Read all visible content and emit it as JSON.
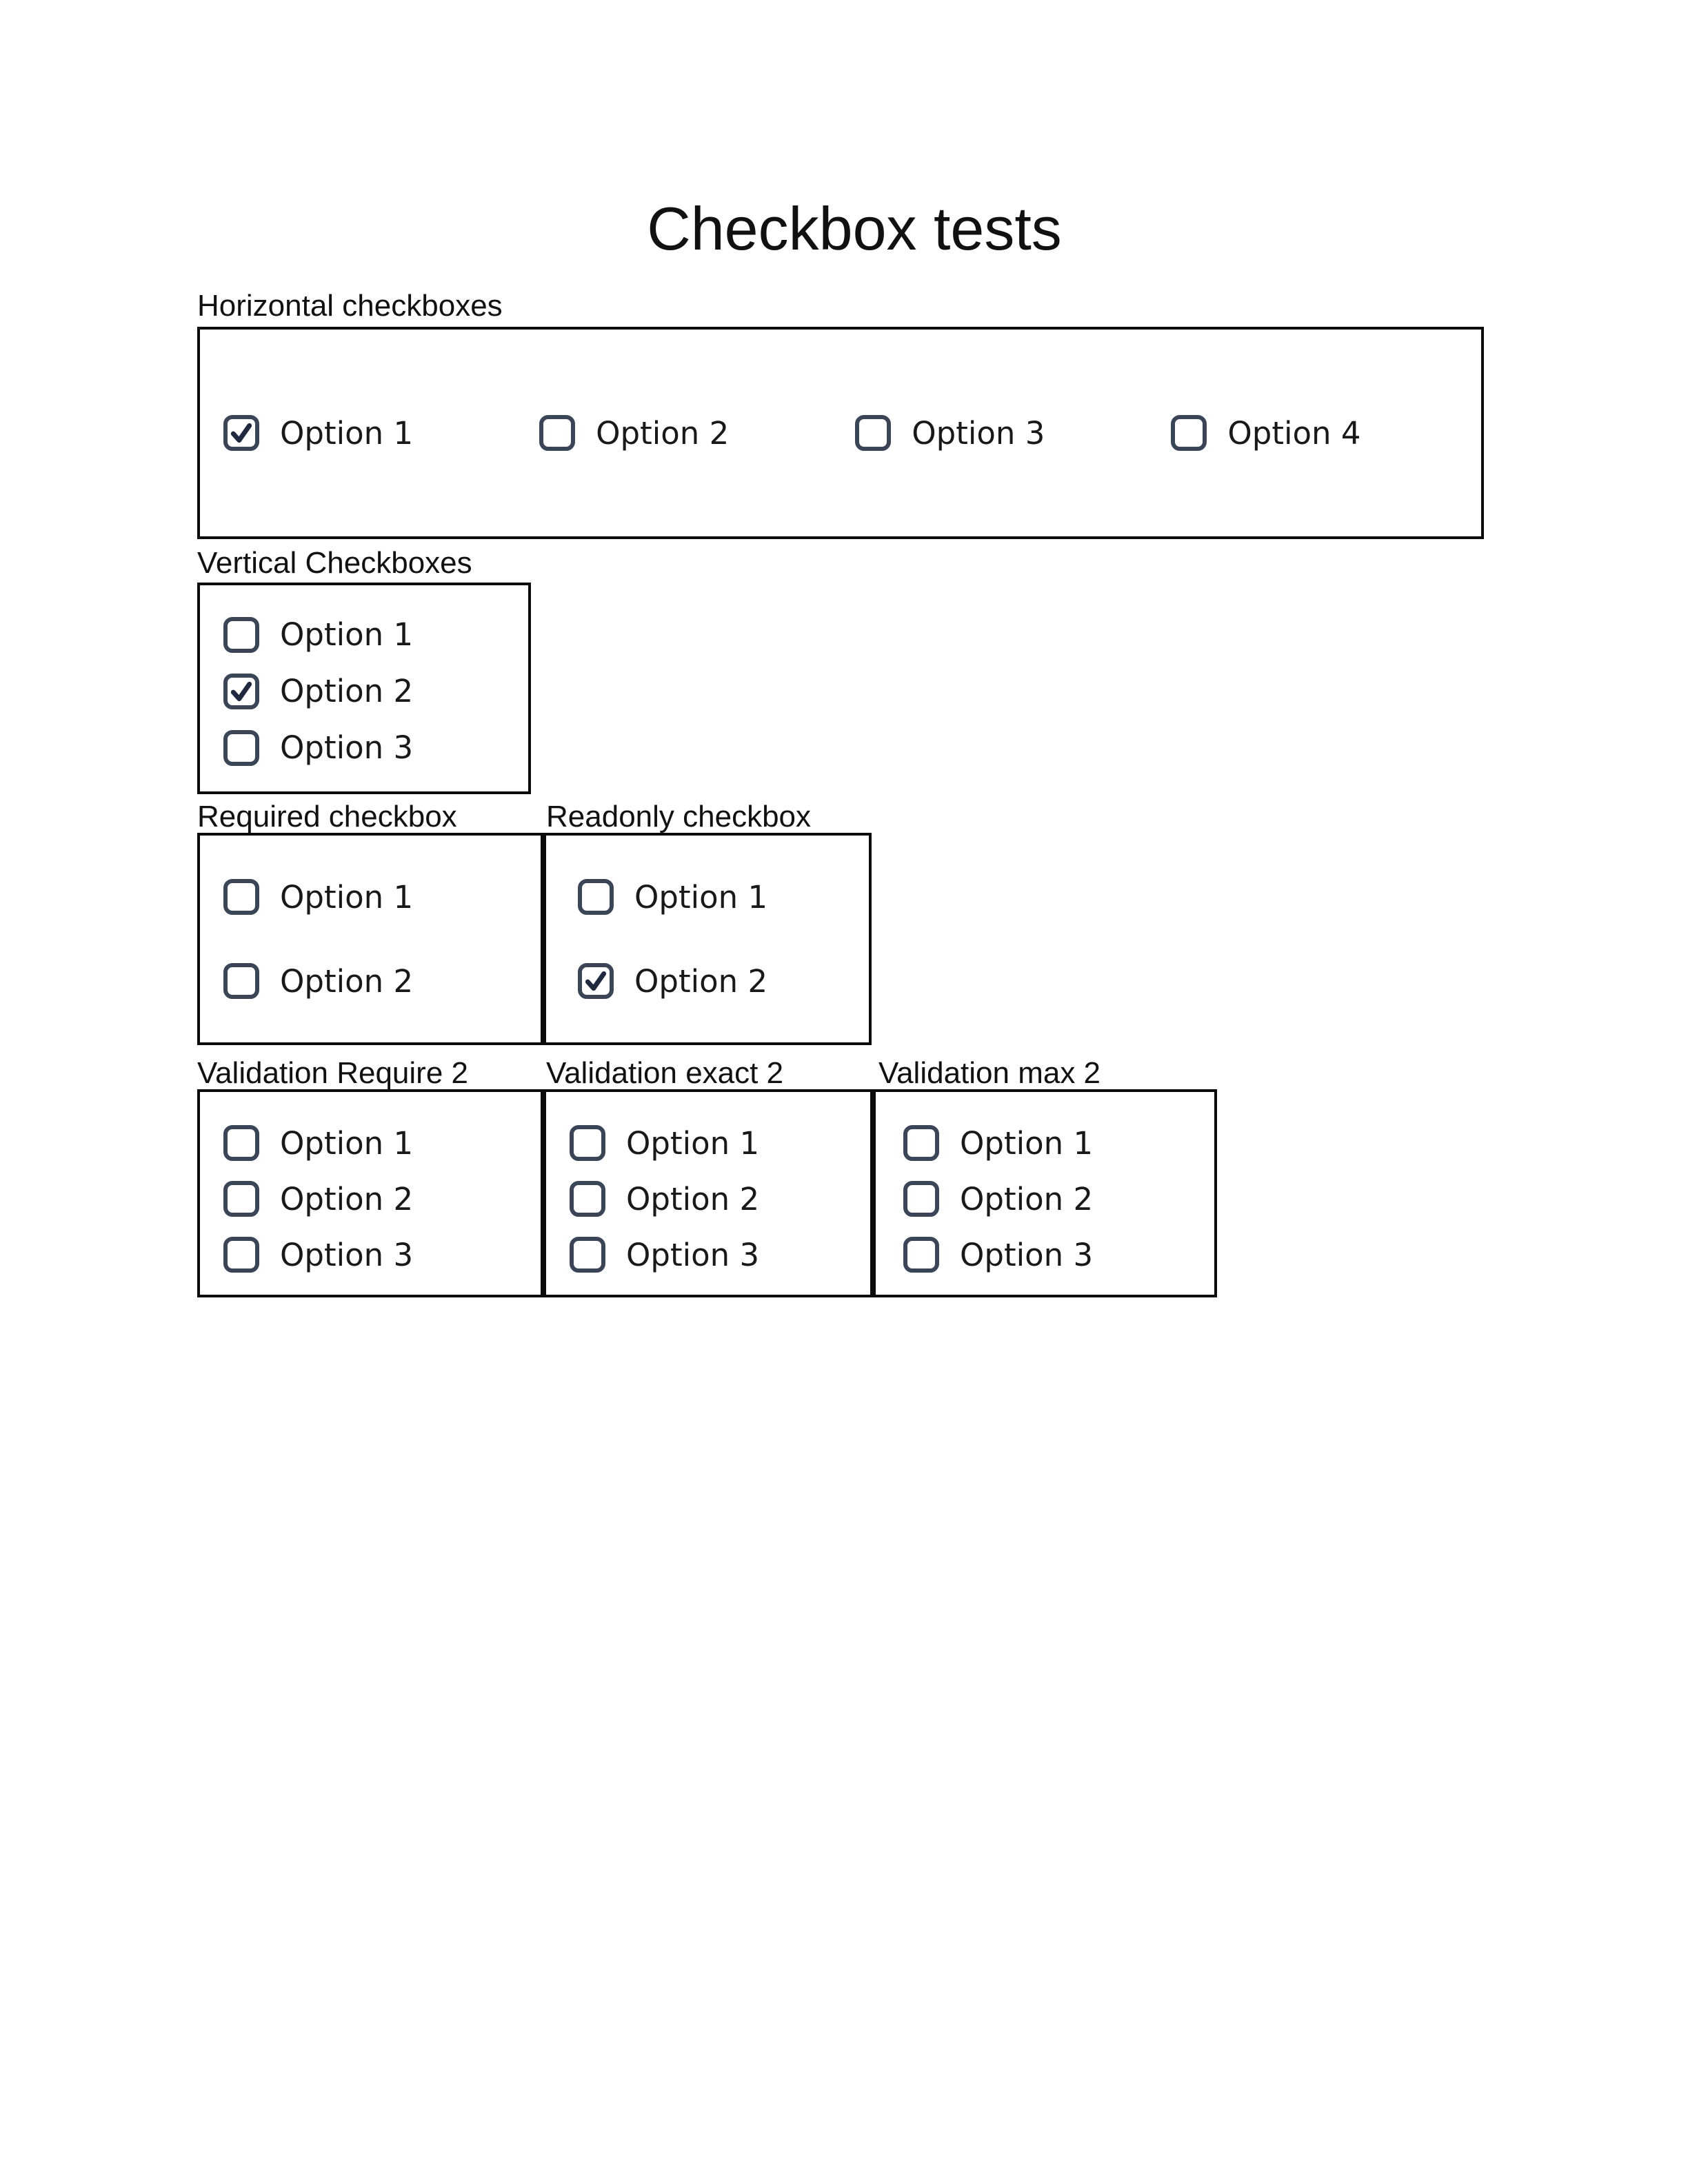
{
  "page": {
    "title": "Checkbox tests"
  },
  "colors": {
    "background": "#FFFFFF",
    "box_border": "#0B0B0B",
    "checkbox_border": "#3A4557",
    "check_mark": "#1F2940",
    "text": "#111111",
    "option_text": "#191919"
  },
  "icons": {
    "check": "checkmark-icon"
  },
  "sections": {
    "horizontal": {
      "label": "Horizontal checkboxes",
      "options": [
        {
          "label": "Option 1",
          "checked": true
        },
        {
          "label": "Option 2",
          "checked": false
        },
        {
          "label": "Option 3",
          "checked": false
        },
        {
          "label": "Option 4",
          "checked": false
        }
      ]
    },
    "vertical": {
      "label": "Vertical Checkboxes",
      "options": [
        {
          "label": "Option 1",
          "checked": false
        },
        {
          "label": "Option 2",
          "checked": true
        },
        {
          "label": "Option 3",
          "checked": false
        }
      ]
    },
    "required": {
      "label": "Required checkbox",
      "options": [
        {
          "label": "Option 1",
          "checked": false
        },
        {
          "label": "Option 2",
          "checked": false
        }
      ]
    },
    "readonly": {
      "label": "Readonly checkbox",
      "options": [
        {
          "label": "Option 1",
          "checked": false
        },
        {
          "label": "Option 2",
          "checked": true
        }
      ]
    },
    "validation_require": {
      "label": "Validation Require 2",
      "options": [
        {
          "label": "Option 1",
          "checked": false
        },
        {
          "label": "Option 2",
          "checked": false
        },
        {
          "label": "Option 3",
          "checked": false
        }
      ]
    },
    "validation_exact": {
      "label": "Validation exact 2",
      "options": [
        {
          "label": "Option 1",
          "checked": false
        },
        {
          "label": "Option 2",
          "checked": false
        },
        {
          "label": "Option 3",
          "checked": false
        }
      ]
    },
    "validation_max": {
      "label": "Validation max 2",
      "options": [
        {
          "label": "Option 1",
          "checked": false
        },
        {
          "label": "Option 2",
          "checked": false
        },
        {
          "label": "Option 3",
          "checked": false
        }
      ]
    }
  }
}
